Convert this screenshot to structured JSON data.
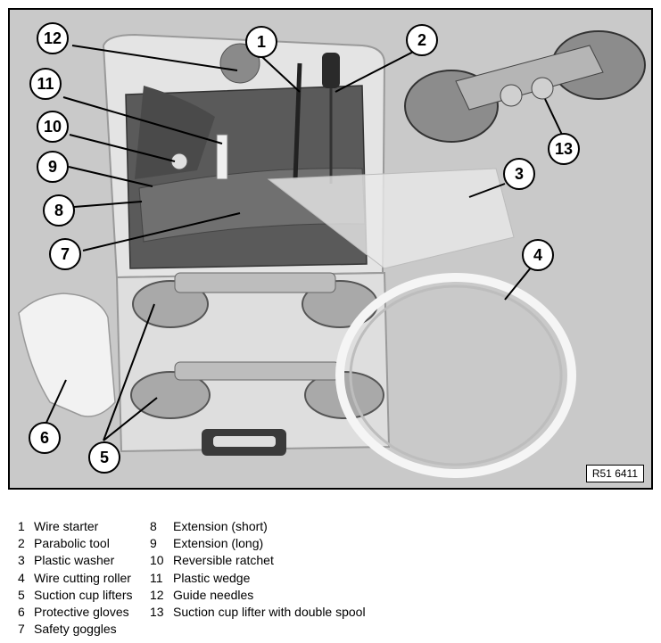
{
  "figure": {
    "reference_code": "R51 6411",
    "callouts": [
      "1",
      "2",
      "3",
      "4",
      "5",
      "6",
      "7",
      "8",
      "9",
      "10",
      "11",
      "12",
      "13"
    ]
  },
  "legend": {
    "column1": [
      {
        "num": "1",
        "label": "Wire starter"
      },
      {
        "num": "2",
        "label": "Parabolic tool"
      },
      {
        "num": "3",
        "label": "Plastic washer"
      },
      {
        "num": "4",
        "label": "Wire cutting roller"
      },
      {
        "num": "5",
        "label": "Suction cup lifters"
      },
      {
        "num": "6",
        "label": "Protective gloves"
      },
      {
        "num": "7",
        "label": "Safety goggles"
      }
    ],
    "column2": [
      {
        "num": "8",
        "label": "Extension (short)"
      },
      {
        "num": "9",
        "label": "Extension (long)"
      },
      {
        "num": "10",
        "label": "Reversible ratchet"
      },
      {
        "num": "11",
        "label": "Plastic wedge"
      },
      {
        "num": "12",
        "label": "Guide needles"
      },
      {
        "num": "13",
        "label": "Suction cup lifter with double spool"
      }
    ]
  }
}
